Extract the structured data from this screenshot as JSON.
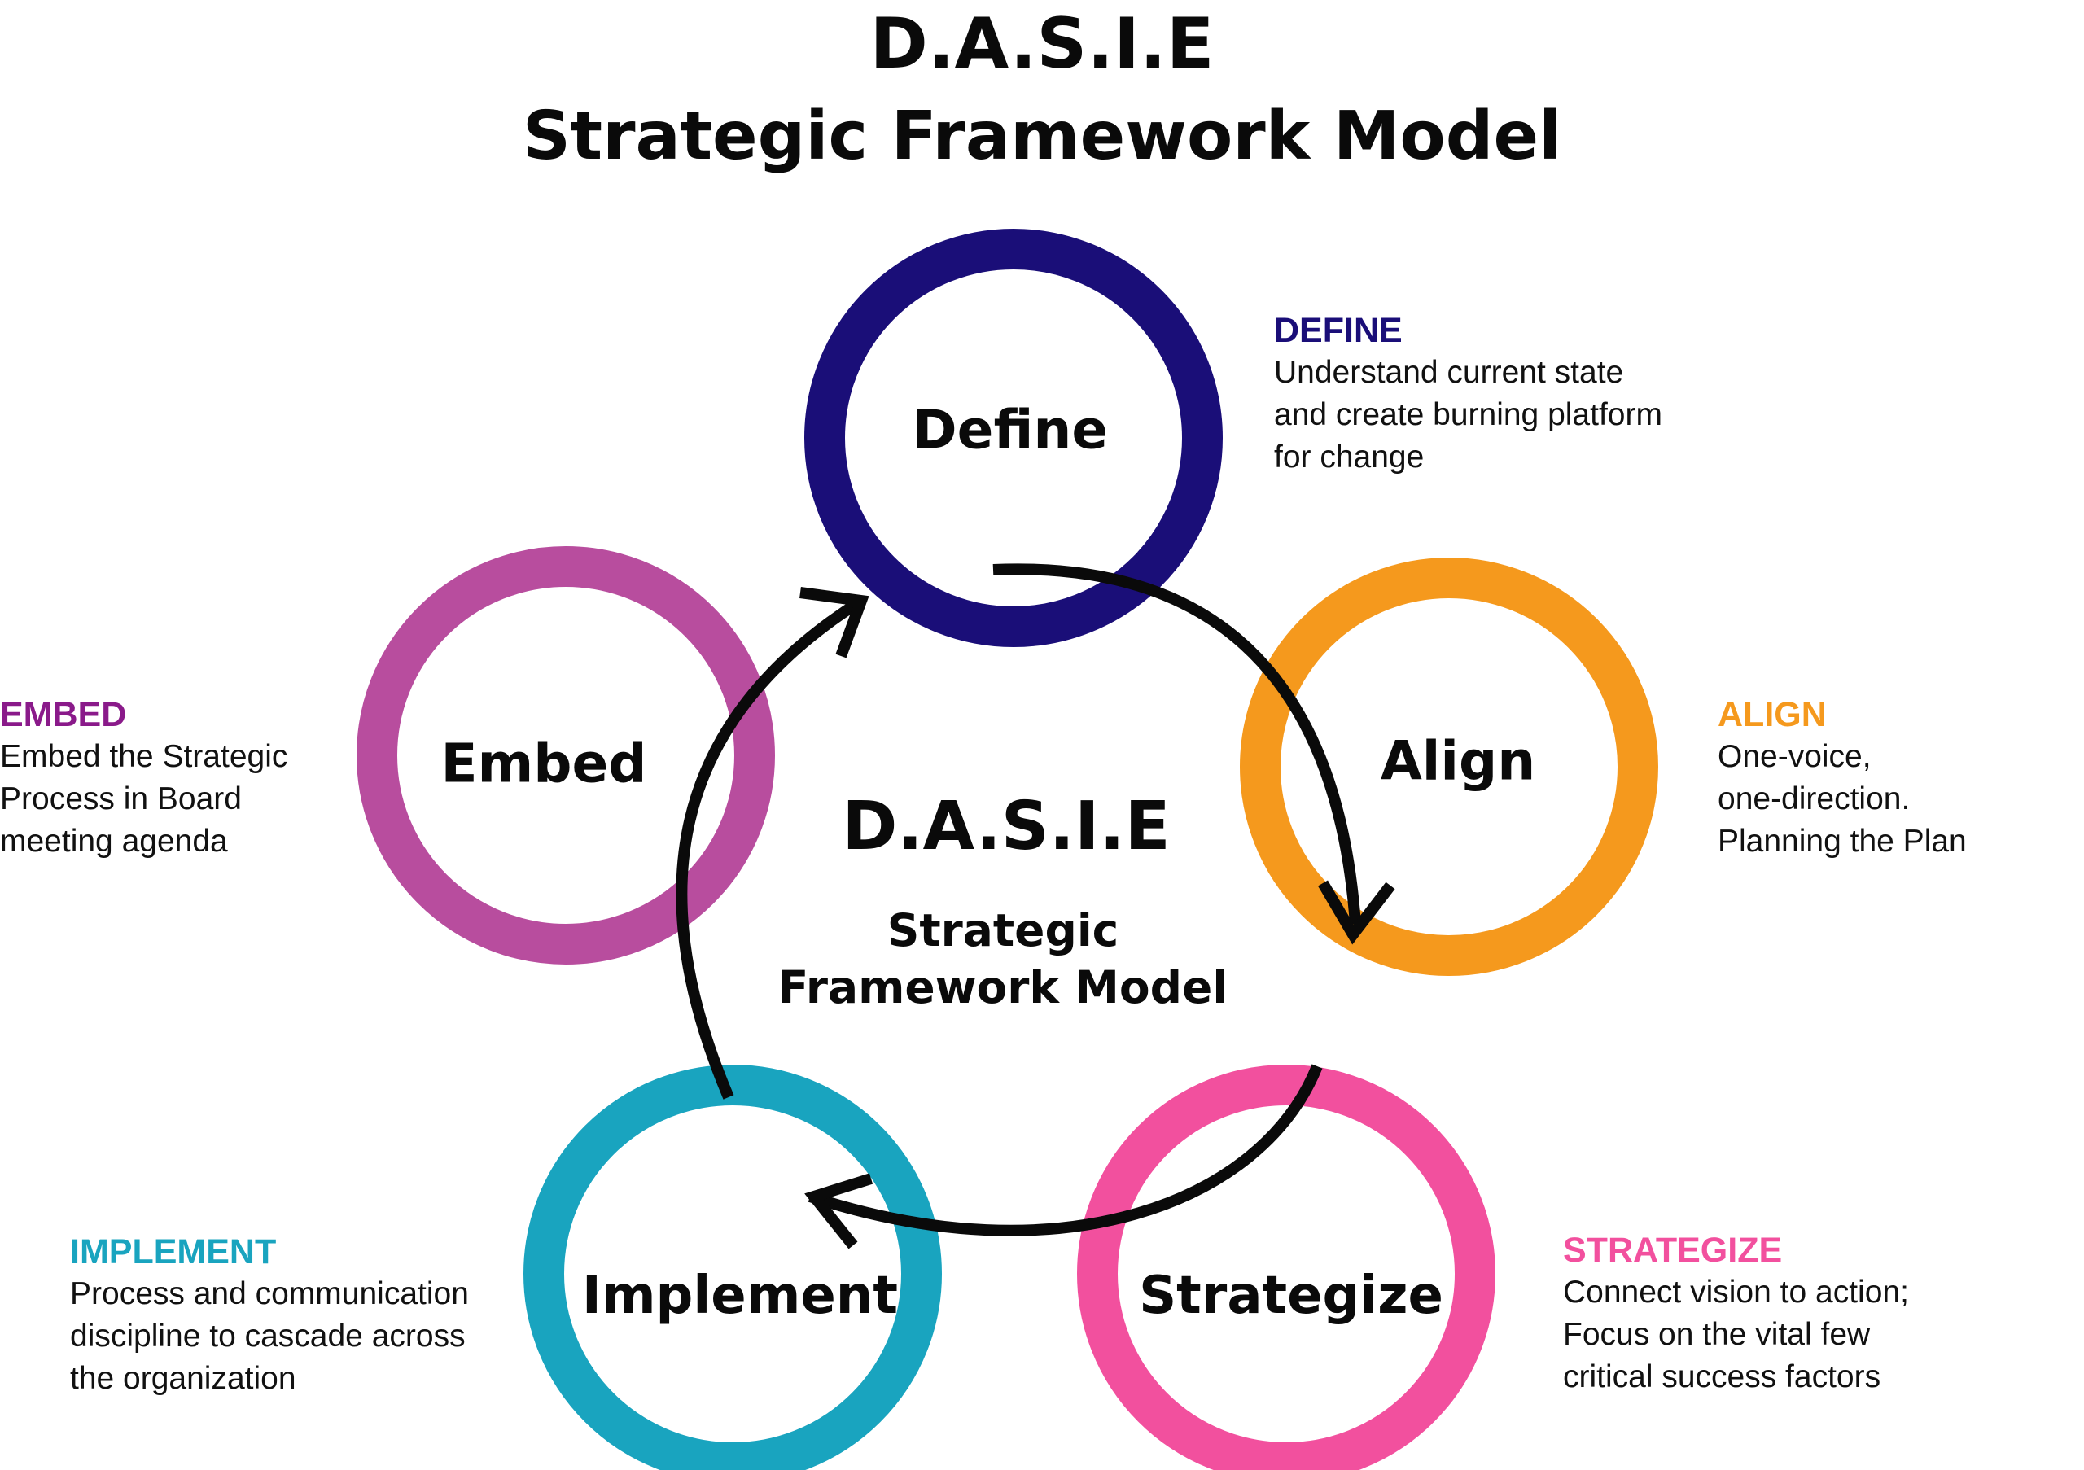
{
  "title": {
    "line1": "D.A.S.I.E",
    "line2": "Strategic Framework Model"
  },
  "center": {
    "line1": "D.A.S.I.E",
    "line2": "Strategic",
    "line3": "Framework Model"
  },
  "colors": {
    "define": "#1a0e78",
    "align": "#f5991d",
    "strategize": "#f2509e",
    "implement": "#19a4bf",
    "embed": "#b84d9e",
    "arrow": "#0a0a0a"
  },
  "nodes": {
    "define": {
      "label": "Define",
      "head": "DEFINE",
      "desc": [
        "Understand current state",
        "and create burning platform",
        "for change"
      ]
    },
    "align": {
      "label": "Align",
      "head": "ALIGN",
      "desc": [
        "One-voice,",
        "one-direction.",
        "Planning the Plan"
      ]
    },
    "strategize": {
      "label": "Strategize",
      "head": "STRATEGIZE",
      "desc": [
        "Connect vision to action;",
        "Focus on the vital few",
        "critical success factors"
      ]
    },
    "implement": {
      "label": "Implement",
      "head": "IMPLEMENT",
      "desc": [
        "Process and communication",
        "discipline to cascade across",
        "the organization"
      ]
    },
    "embed": {
      "label": "Embed",
      "head": "EMBED",
      "desc": [
        "Embed the Strategic",
        "Process in Board",
        "meeting agenda"
      ]
    }
  }
}
